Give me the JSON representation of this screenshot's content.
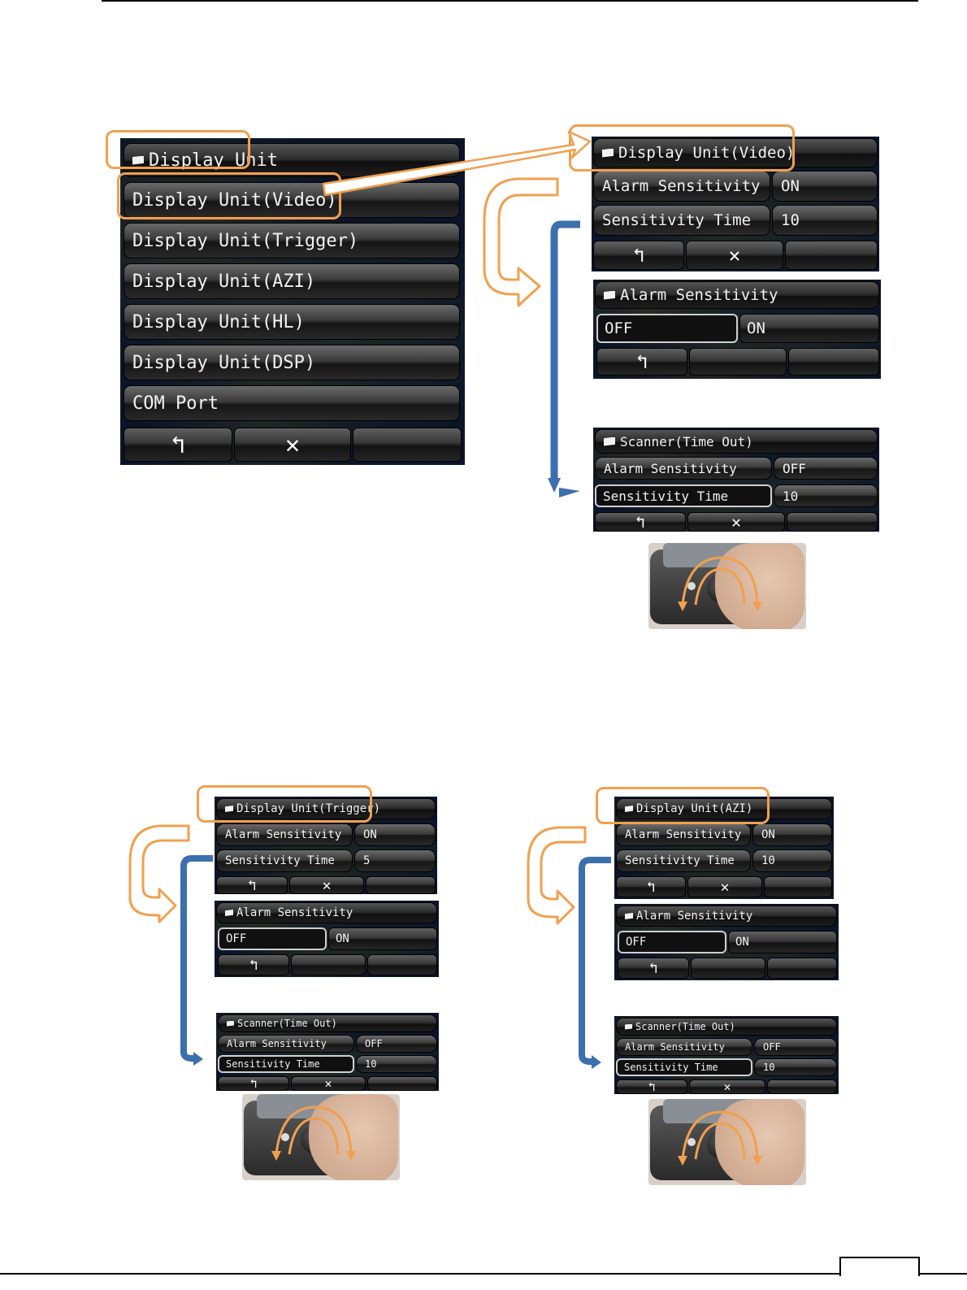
{
  "menu": {
    "title": "Display Unit",
    "items": [
      "Display Unit(Video)",
      "Display Unit(Trigger)",
      "Display Unit(AZI)",
      "Display Unit(HL)",
      "Display Unit(DSP)",
      "COM Port"
    ]
  },
  "video": {
    "panel": {
      "title": "Display Unit(Video)",
      "alarm_label": "Alarm Sensitivity",
      "alarm_value": "ON",
      "time_label": "Sensitivity Time",
      "time_value": "10"
    },
    "alarm_select": {
      "title": "Alarm Sensitivity",
      "off": "OFF",
      "on": "ON"
    },
    "timeout": {
      "title": "Scanner(Time Out)",
      "alarm_label": "Alarm Sensitivity",
      "alarm_value": "OFF",
      "time_label": "Sensitivity Time",
      "time_value": "10"
    }
  },
  "trigger": {
    "panel": {
      "title": "Display Unit(Trigger)",
      "alarm_label": "Alarm Sensitivity",
      "alarm_value": "ON",
      "time_label": "Sensitivity Time",
      "time_value": "5"
    },
    "alarm_select": {
      "title": "Alarm Sensitivity",
      "off": "OFF",
      "on": "ON"
    },
    "timeout": {
      "title": "Scanner(Time Out)",
      "alarm_label": "Alarm Sensitivity",
      "alarm_value": "OFF",
      "time_label": "Sensitivity Time",
      "time_value": "10"
    }
  },
  "azi": {
    "panel": {
      "title": "Display Unit(AZI)",
      "alarm_label": "Alarm Sensitivity",
      "alarm_value": "ON",
      "time_label": "Sensitivity Time",
      "time_value": "10"
    },
    "alarm_select": {
      "title": "Alarm Sensitivity",
      "off": "OFF",
      "on": "ON"
    },
    "timeout": {
      "title": "Scanner(Time Out)",
      "alarm_label": "Alarm Sensitivity",
      "alarm_value": "OFF",
      "time_label": "Sensitivity Time",
      "time_value": "10"
    }
  },
  "icons": {
    "back": "back-arrow-icon",
    "close": "close-x-icon",
    "flag": "flag-icon"
  },
  "colors": {
    "highlight": "#f0a050",
    "flow_arrow": "#3c6fae"
  }
}
